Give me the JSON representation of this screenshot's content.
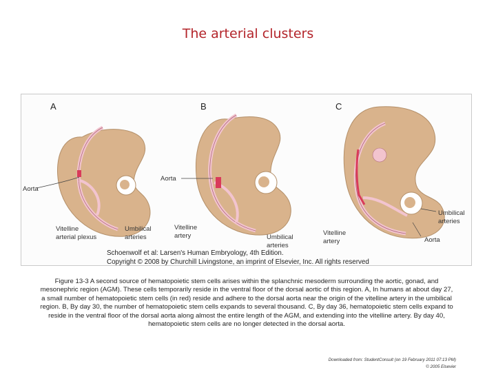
{
  "title": "The arterial clusters",
  "figure": {
    "panels": [
      "A",
      "B",
      "C"
    ],
    "labels": {
      "aorta_a": "Aorta",
      "vitelline_plexus_1": "Vitelline",
      "vitelline_plexus_2": "arterial plexus",
      "umbilical_a_1": "Umbilical",
      "umbilical_a_2": "arteries",
      "aorta_b": "Aorta",
      "vitelline_b_1": "Vitelline",
      "vitelline_b_2": "artery",
      "umbilical_b_1": "Umbilical",
      "umbilical_b_2": "arteries",
      "vitelline_c_1": "Vitelline",
      "vitelline_c_2": "artery",
      "umbilical_c_1": "Umbilical",
      "umbilical_c_2": "arteries",
      "aorta_c": "Aorta"
    },
    "credit_1": "Schoenwolf et al: Larsen's Human Embryology, 4th Edition.",
    "credit_2": "Copyright © 2008 by Churchill Livingstone, an imprint of Elsevier, Inc. All rights reserved"
  },
  "caption": "Figure 13-3 A second source of hematopoietic stem cells arises within the splanchnic mesoderm surrounding the aortic, gonad, and mesonephric region (AGM). These cells temporarily reside in the ventral floor of the dorsal aortic of this region. A, In humans at about day 27, a small number of hematopoietic stem cells (in red) reside and adhere to the dorsal aorta near the origin of the vitelline artery in the umbilical region. B, By day 30, the number of hematopoietic stem cells expands to several thousand. C, By day 36, hematopoietic stem cells expand to reside in the ventral floor of the dorsal aorta along almost the entire length of the AGM, and extending into the vitelline artery. By day 40, hematopoietic stem cells are no longer detected in the dorsal aorta.",
  "footer": {
    "line1": "Downloaded from: StudentConsult (on 19 February 2011 07:13 PM)",
    "line2": "© 2005 Elsevier"
  },
  "colors": {
    "embryo": "#d9b38c",
    "vessel": "#f2c4cf",
    "stem_cells": "#d93a5a",
    "title": "#b3242a"
  }
}
